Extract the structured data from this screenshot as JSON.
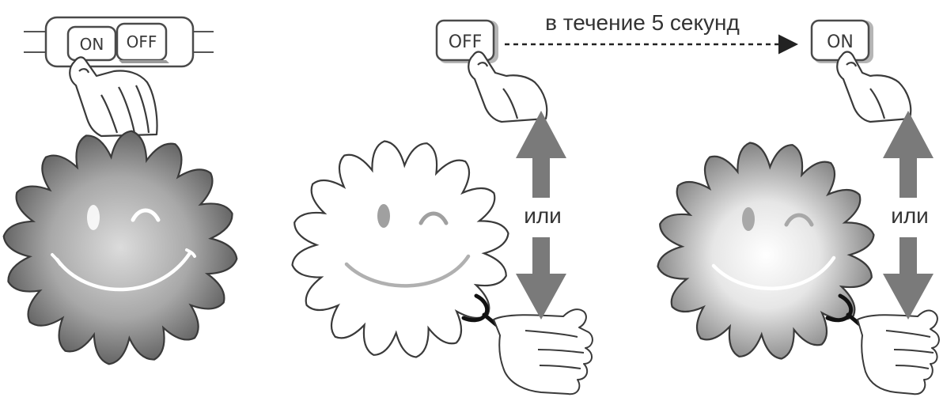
{
  "switch": {
    "on_label": "ON",
    "off_label": "OFF"
  },
  "panel2": {
    "button_label": "OFF",
    "timing_text": "в течение 5 секунд",
    "or_label": "или"
  },
  "panel3": {
    "button_label": "ON",
    "or_label": "или"
  },
  "colors": {
    "ink": "#3a3a3a",
    "arrow": "#7a7a7a",
    "sun_lit_center": "#d8d8d8",
    "sun_lit_edge": "#5a5a5a",
    "sun_off_fill": "#ffffff",
    "cable": "#111111"
  }
}
